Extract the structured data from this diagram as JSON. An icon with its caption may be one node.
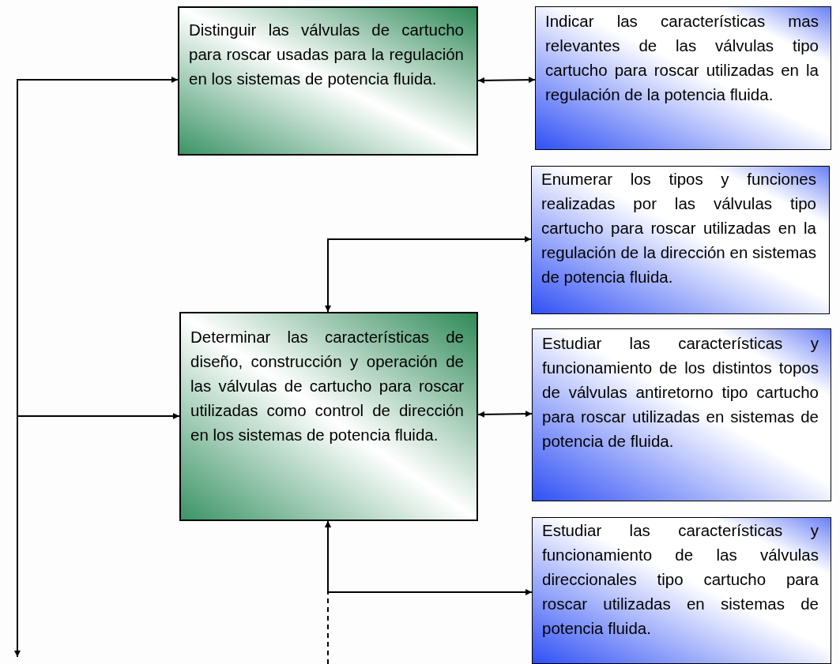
{
  "diagram": {
    "nodes": [
      {
        "text": [
          "Distinguir las válvulas de cartucho para roscar usadas para la regulación en los sistemas de potencia fluida."
        ]
      },
      {
        "text": [
          "Indicar las características mas relevantes de las válvulas tipo cartucho para roscar utilizadas en la regulación de la potencia fluida."
        ]
      },
      {
        "text": [
          "Enumerar los tipos y funciones realizadas por las válvulas tipo cartucho para roscar utilizadas en la regulación de la dirección en sistemas de potencia fluida."
        ]
      },
      {
        "text": [
          "Determinar las características de diseño, construcción y operación de las válvulas de cartucho para roscar utilizadas como control de dirección en los sistemas de potencia fluida."
        ]
      },
      {
        "text": [
          "Estudiar las características y funcionamiento de los distintos topos de válvulas antiretorno tipo cartucho para roscar utilizadas en sistemas de potencia de fluida."
        ]
      },
      {
        "text": [
          "Estudiar las características y funcionamiento de las válvulas direccionales tipo cartucho para roscar utilizadas en sistemas de potencia fluida."
        ]
      }
    ],
    "edges": [
      {
        "from": 0,
        "to": null,
        "arrow": "both"
      },
      {
        "from": null,
        "to": 3,
        "arrow": "to"
      },
      {
        "from": 0,
        "to": 1,
        "arrow": "both"
      },
      {
        "from": 3,
        "to": 2,
        "arrow": "both"
      },
      {
        "from": 3,
        "to": 4,
        "arrow": "both"
      },
      {
        "from": 3,
        "to": 5,
        "arrow": "both"
      },
      {
        "from": null,
        "to": 3,
        "arrow": "to",
        "style": "dashed"
      }
    ]
  }
}
